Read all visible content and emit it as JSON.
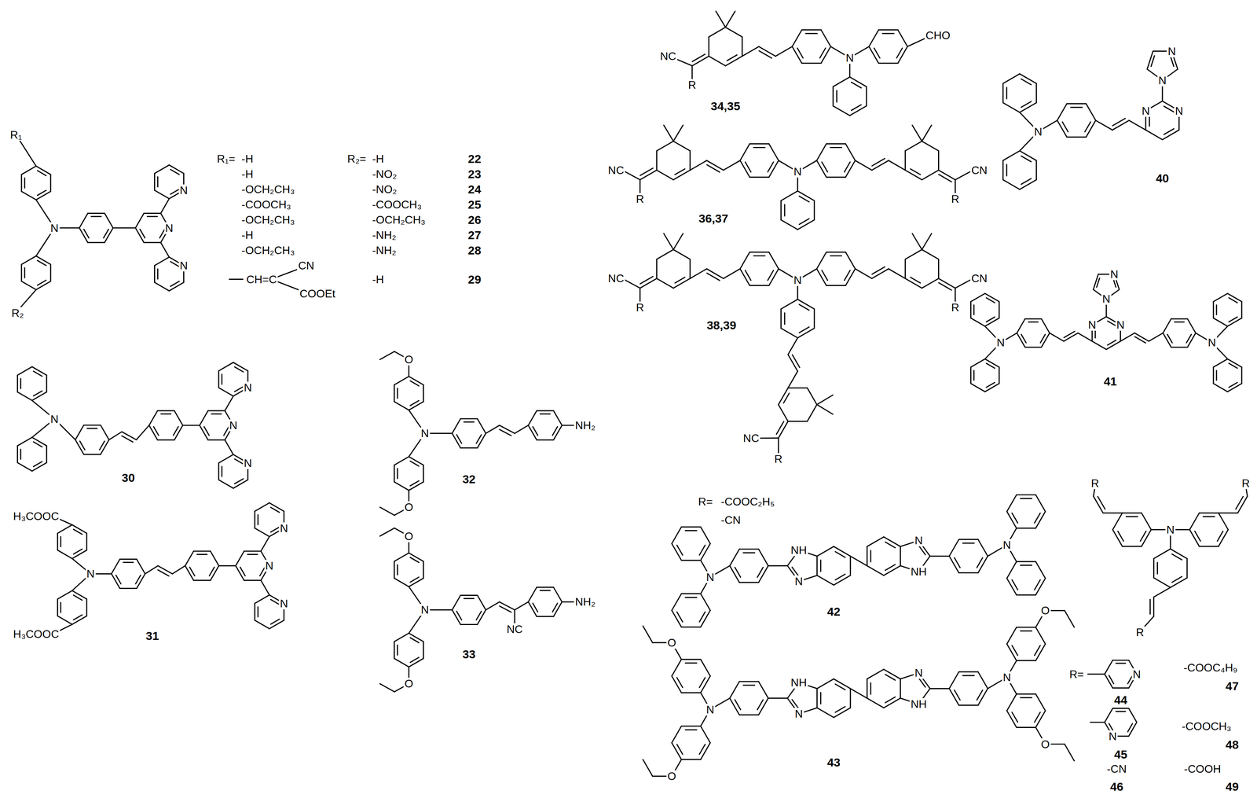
{
  "diagram": {
    "labels": [
      "R₁",
      "N",
      "R₂",
      "N",
      "N",
      "N",
      "R₁=",
      "-H",
      "-H",
      "-OCH₂CH₃",
      "-COOCH₃",
      "-OCH₂CH₃",
      "-H",
      "-OCH₂CH₃",
      "CH=C",
      "CN",
      "COOEt",
      "R₂=",
      "-H",
      "-NO₂",
      "-NO₂",
      "-COOCH₃",
      "-OCH₂CH₃",
      "-NH₂",
      "-NH₂",
      "-H",
      "22",
      "23",
      "24",
      "25",
      "26",
      "27",
      "28",
      "29",
      "N",
      "N",
      "N",
      "N",
      "30",
      "H₃COOC",
      "N",
      "H₃COOC",
      "N",
      "N",
      "N",
      "31",
      "O",
      "N",
      "O",
      "NH₂",
      "32",
      "O",
      "N",
      "NC",
      "NH₂",
      "O",
      "33",
      "NC",
      "R",
      "N",
      "CHO",
      "34,35",
      "NC",
      "R",
      "N",
      "CN",
      "R",
      "36,37",
      "NC",
      "R",
      "CN",
      "R",
      "N",
      "38,39",
      "NC",
      "R",
      "N",
      "N",
      "N",
      "N",
      "N",
      "40",
      "N",
      "N",
      "N",
      "N",
      "N",
      "N",
      "41",
      "R=",
      "-COOC₂H₅",
      "-CN",
      "N",
      "NH",
      "N",
      "N",
      "NH",
      "N",
      "42",
      "O",
      "O",
      "N",
      "NH",
      "N",
      "N",
      "NH",
      "N",
      "O",
      "O",
      "43",
      "R",
      "R",
      "N",
      "R",
      "R=",
      "N",
      "44",
      "-COOC₄H₉",
      "47",
      "N",
      "45",
      "-COOCH₃",
      "48",
      "-CN",
      "-COOH",
      "46",
      "49"
    ]
  }
}
